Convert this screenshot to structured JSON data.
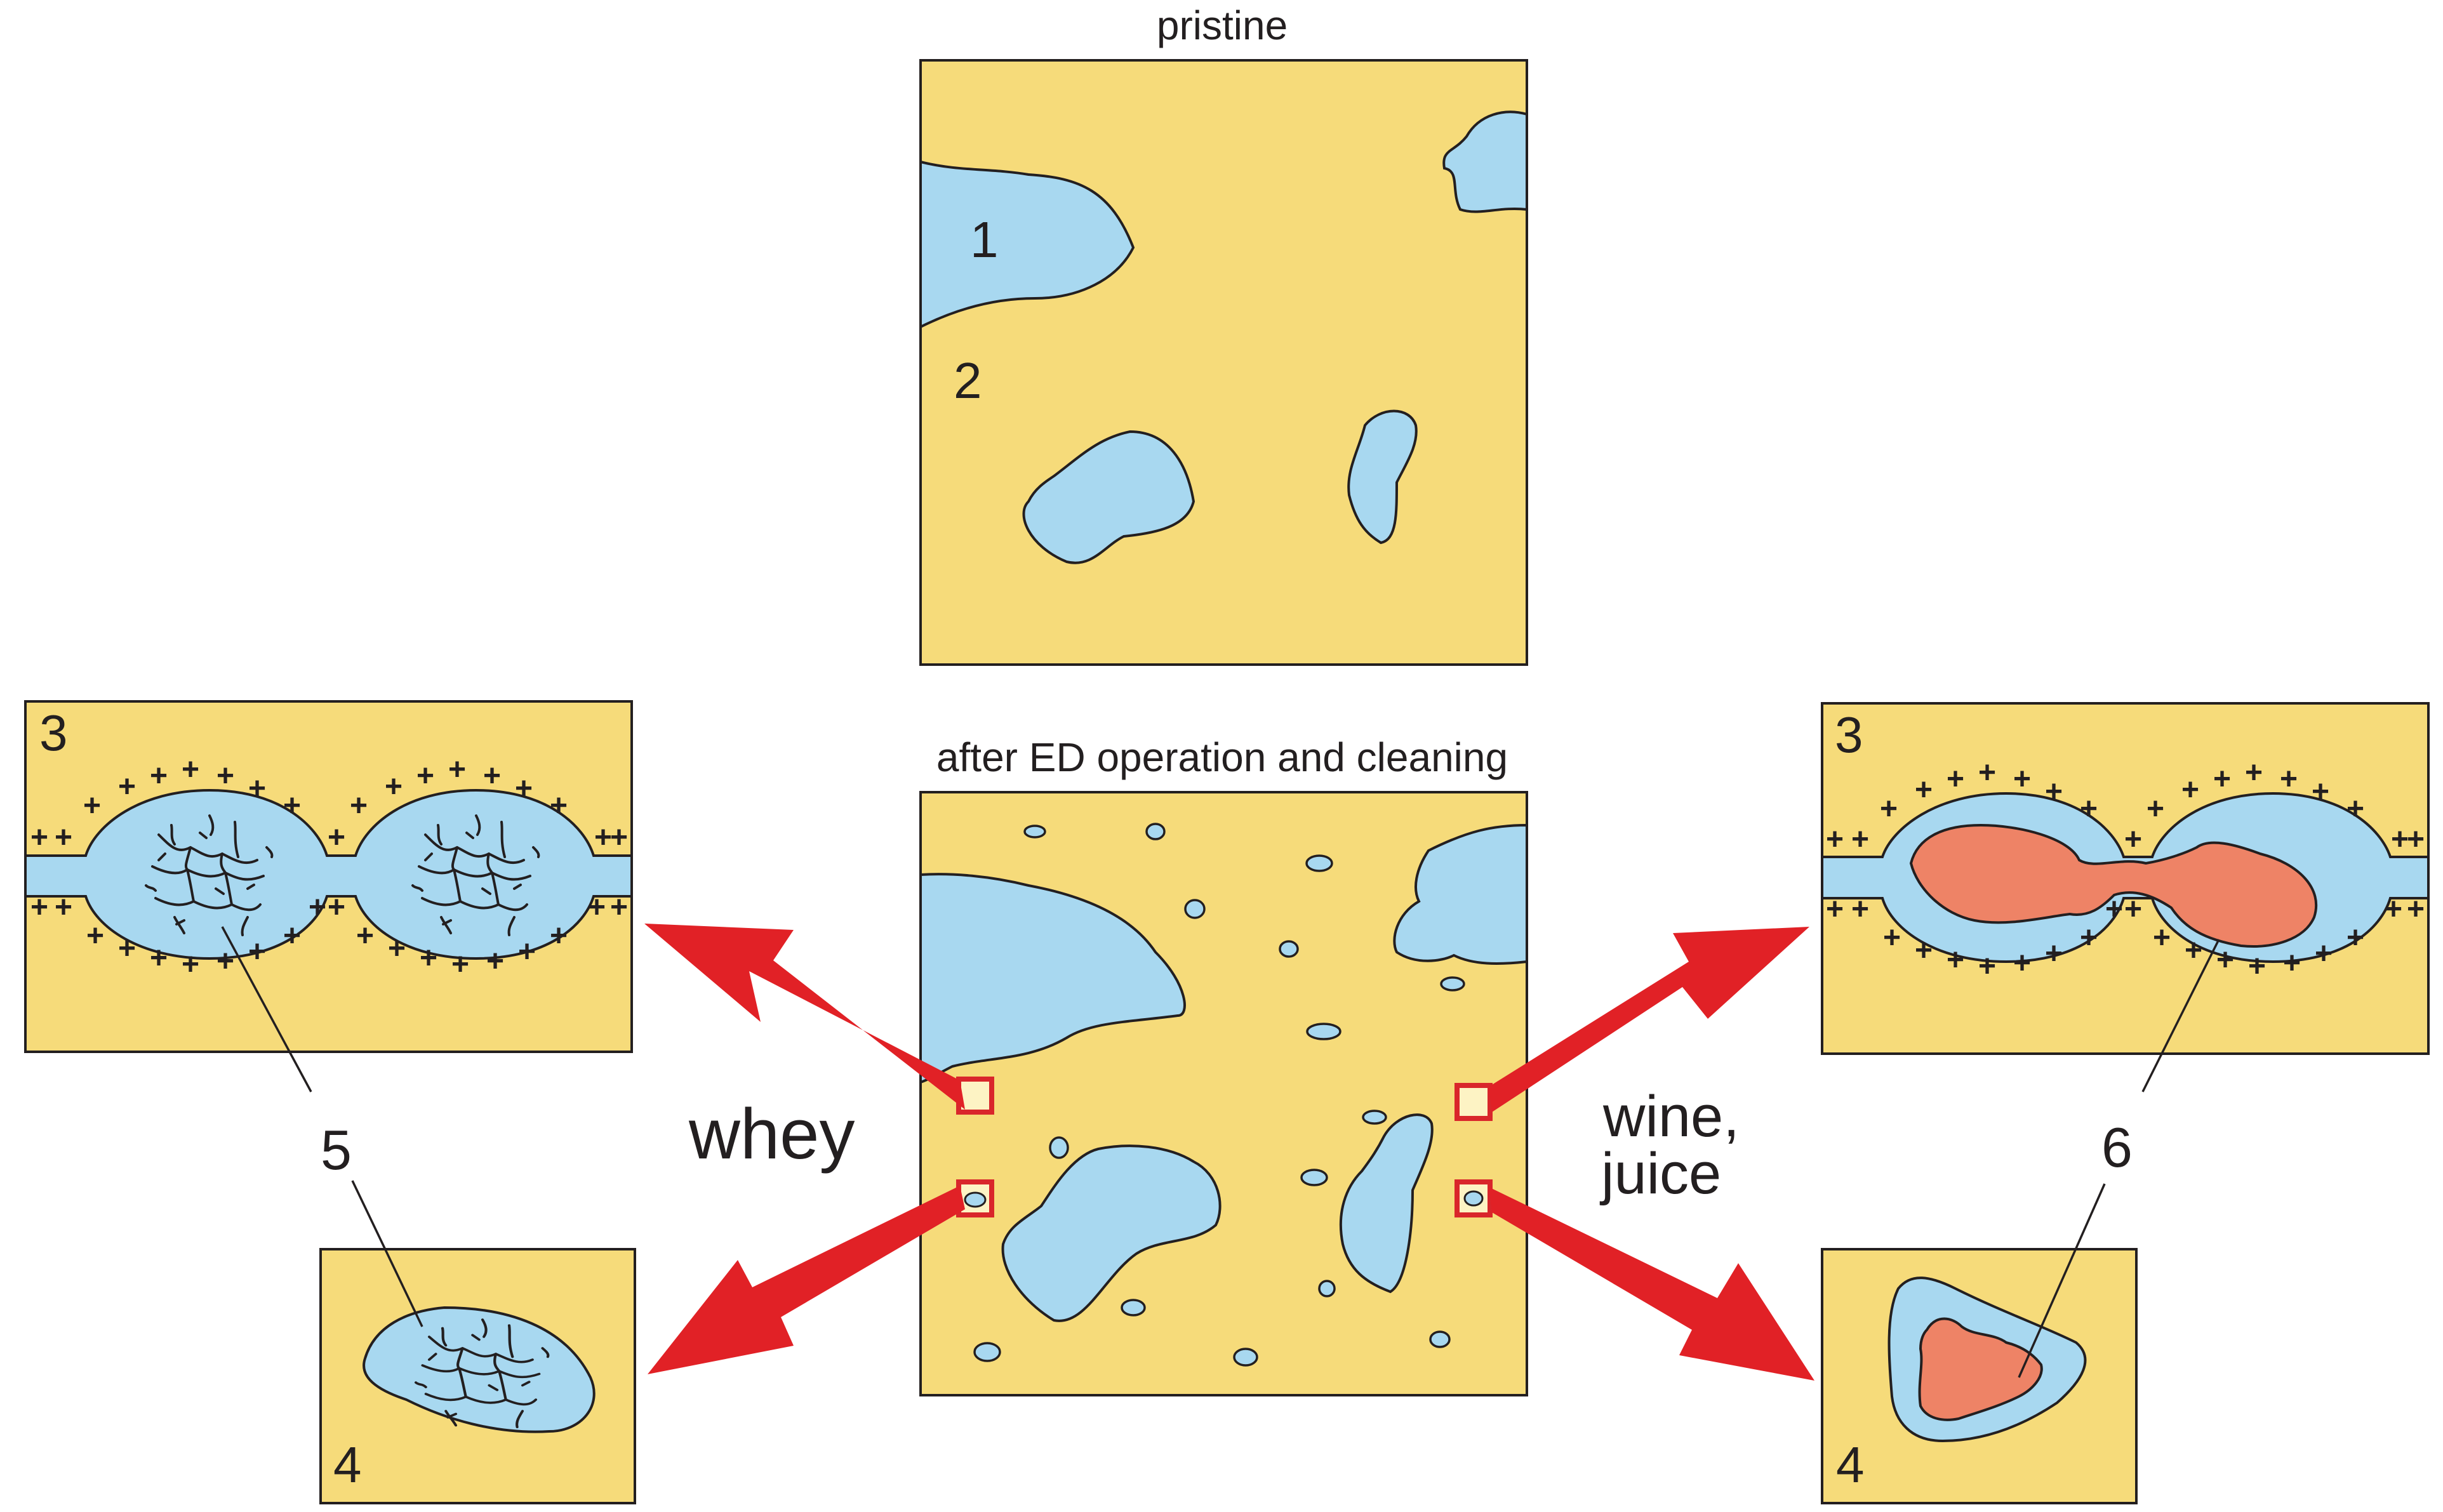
{
  "colors": {
    "matrix": "#F6DB7A",
    "pore": "#A8D8F0",
    "foulant": "#EE8366",
    "arrow": "#E12126",
    "outline": "#231F20",
    "highlight_box": "#D9262B"
  },
  "labels": {
    "pristine": "pristine",
    "after": "after ED operation and cleaning",
    "whey": "whey",
    "wine_line1": "wine,",
    "wine_line2": "juice"
  },
  "numbers": {
    "n1": "1",
    "n2": "2",
    "n3_left": "3",
    "n3_right": "3",
    "n4_left": "4",
    "n4_right": "4",
    "n5": "5",
    "n6": "6"
  },
  "charges": {
    "plus": "+"
  },
  "icons": {
    "arrow": "block-arrow-icon",
    "callout": "square-callout-icon"
  }
}
